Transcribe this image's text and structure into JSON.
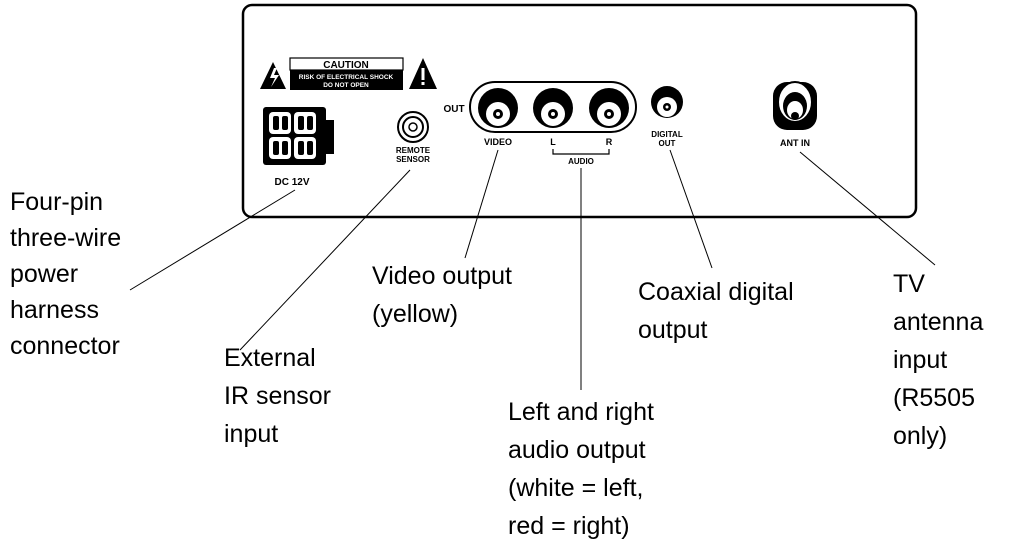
{
  "panel": {
    "caution": {
      "title": "CAUTION",
      "line1": "RISK OF ELECTRICAL SHOCK",
      "line2": "DO NOT OPEN"
    },
    "dc_label": "DC 12V",
    "remote_label_1": "REMOTE",
    "remote_label_2": "SENSOR",
    "out_label": "OUT",
    "video_label": "VIDEO",
    "l_label": "L",
    "r_label": "R",
    "audio_label": "AUDIO",
    "digital_label_1": "DIGITAL",
    "digital_label_2": "OUT",
    "ant_label": "ANT IN"
  },
  "callouts": {
    "power": [
      "Four-pin",
      "three-wire",
      "power",
      "harness",
      "connector"
    ],
    "ir": [
      "External",
      "IR sensor",
      "input"
    ],
    "video": [
      "Video output",
      "(yellow)"
    ],
    "audio": [
      "Left and right",
      "audio output",
      "(white = left,",
      "red = right)"
    ],
    "digital": [
      "Coaxial digital",
      "output"
    ],
    "antenna": [
      "TV",
      "antenna",
      "input",
      "(R5505",
      "only)"
    ]
  }
}
